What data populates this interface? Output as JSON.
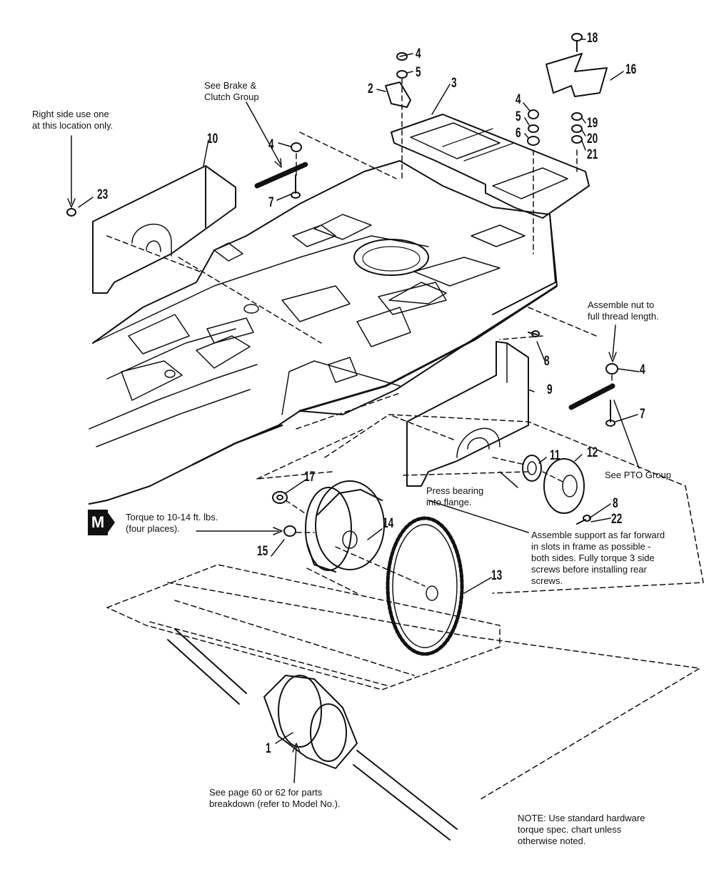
{
  "callouts": {
    "right_side": "Right side use one\nat this location only.",
    "brake_clutch": "See Brake &\nClutch Group",
    "assemble_nut": "Assemble nut to\nfull thread length.",
    "pto_group": "See PTO Group",
    "press_bearing": "Press bearing\ninto flange.",
    "assemble_support": "Assemble support as far forward\nin slots in frame as possible -\nboth sides. Fully torque 3 side\nscrews before installing rear\nscrews.",
    "torque": "Torque to 10-14 ft. lbs.\n(four places).",
    "see_page": "See page 60 or 62 for parts\nbreakdown (refer to Model No.).",
    "note": "NOTE: Use standard hardware\ntorque spec. chart unless\notherwise noted."
  },
  "badge": {
    "letter": "M"
  },
  "part_numbers": [
    "18",
    "16",
    "4",
    "5",
    "2",
    "3",
    "4",
    "5",
    "6",
    "19",
    "20",
    "21",
    "10",
    "4",
    "7",
    "23",
    "8",
    "4",
    "9",
    "7",
    "11",
    "12",
    "8",
    "22",
    "17",
    "14",
    "15",
    "13",
    "1"
  ]
}
